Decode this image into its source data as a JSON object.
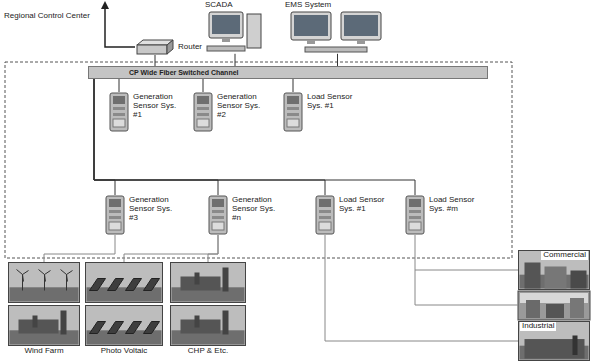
{
  "diagram": {
    "nodes": [
      {
        "text": [
          "SCADA"
        ]
      },
      {
        "text": [
          "EMS System"
        ]
      },
      {
        "text": [
          "Router"
        ]
      },
      {
        "text": [
          "CP Wide Fiber Switched Channel"
        ]
      },
      {
        "text": [
          "Generation Sensor Sys. #1"
        ]
      },
      {
        "text": [
          "Generation Sensor Sys. #2"
        ]
      },
      {
        "text": [
          "Load Sensor Sys. #1"
        ]
      },
      {
        "text": [
          "Generation Sensor Sys. #3"
        ]
      },
      {
        "text": [
          "Generation Sensor Sys. #n"
        ]
      },
      {
        "text": [
          "Load Sensor Sys. #1"
        ]
      },
      {
        "text": [
          "Load Sensor Sys. #m"
        ]
      },
      {
        "text": [
          "Commercial"
        ]
      },
      {
        "text": [
          "Industrial"
        ]
      },
      {
        "text": [
          "Wind Farm"
        ]
      },
      {
        "text": [
          "Photo Voltaic"
        ]
      },
      {
        "text": [
          "CHP & Etc."
        ]
      }
    ],
    "edges": [
      {
        "from": 0,
        "to": 3,
        "arrow": "none"
      },
      {
        "from": 1,
        "to": 3,
        "arrow": "none"
      },
      {
        "from": 2,
        "to": 3,
        "arrow": "none"
      },
      {
        "from": 3,
        "to": 4,
        "arrow": "none"
      },
      {
        "from": 3,
        "to": 5,
        "arrow": "none"
      },
      {
        "from": 3,
        "to": 6,
        "arrow": "none"
      },
      {
        "from": 3,
        "to": 7,
        "arrow": "none"
      },
      {
        "from": 3,
        "to": 8,
        "arrow": "none"
      },
      {
        "from": 3,
        "to": 9,
        "arrow": "none"
      },
      {
        "from": 3,
        "to": 10,
        "arrow": "none"
      },
      {
        "from": 7,
        "to": 13,
        "arrow": "none"
      },
      {
        "from": 8,
        "to": 14,
        "arrow": "none"
      },
      {
        "from": 8,
        "to": 15,
        "arrow": "none"
      },
      {
        "from": 9,
        "to": 12,
        "arrow": "none"
      },
      {
        "from": 10,
        "to": 11,
        "arrow": "none"
      }
    ],
    "labels": [
      "Regional Control Center"
    ]
  }
}
